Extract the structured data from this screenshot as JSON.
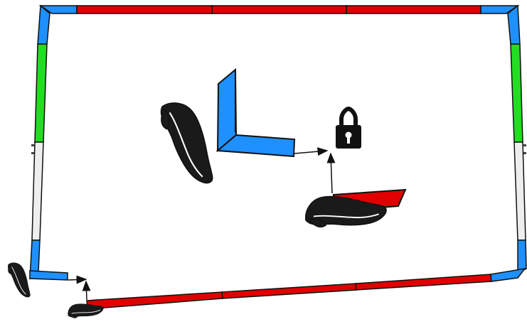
{
  "colors": {
    "background": "#ffffff",
    "red": "#e00000",
    "blue": "#1e90ff",
    "green": "#22dd22",
    "gray": "#eeeeee",
    "outline": "#111111",
    "icon": "#111111"
  },
  "icons": {
    "lock": "padlock-icon",
    "hand": "hand-icon"
  },
  "frame": {
    "top_rail_segments": [
      "blue",
      "red",
      "red",
      "red",
      "blue"
    ],
    "bottom_rail_segments": [
      "red",
      "red",
      "red",
      "blue"
    ],
    "left_post_segments": [
      "blue",
      "green",
      "gray",
      "blue"
    ],
    "right_post_segments": [
      "blue",
      "green",
      "gray",
      "blue"
    ]
  }
}
